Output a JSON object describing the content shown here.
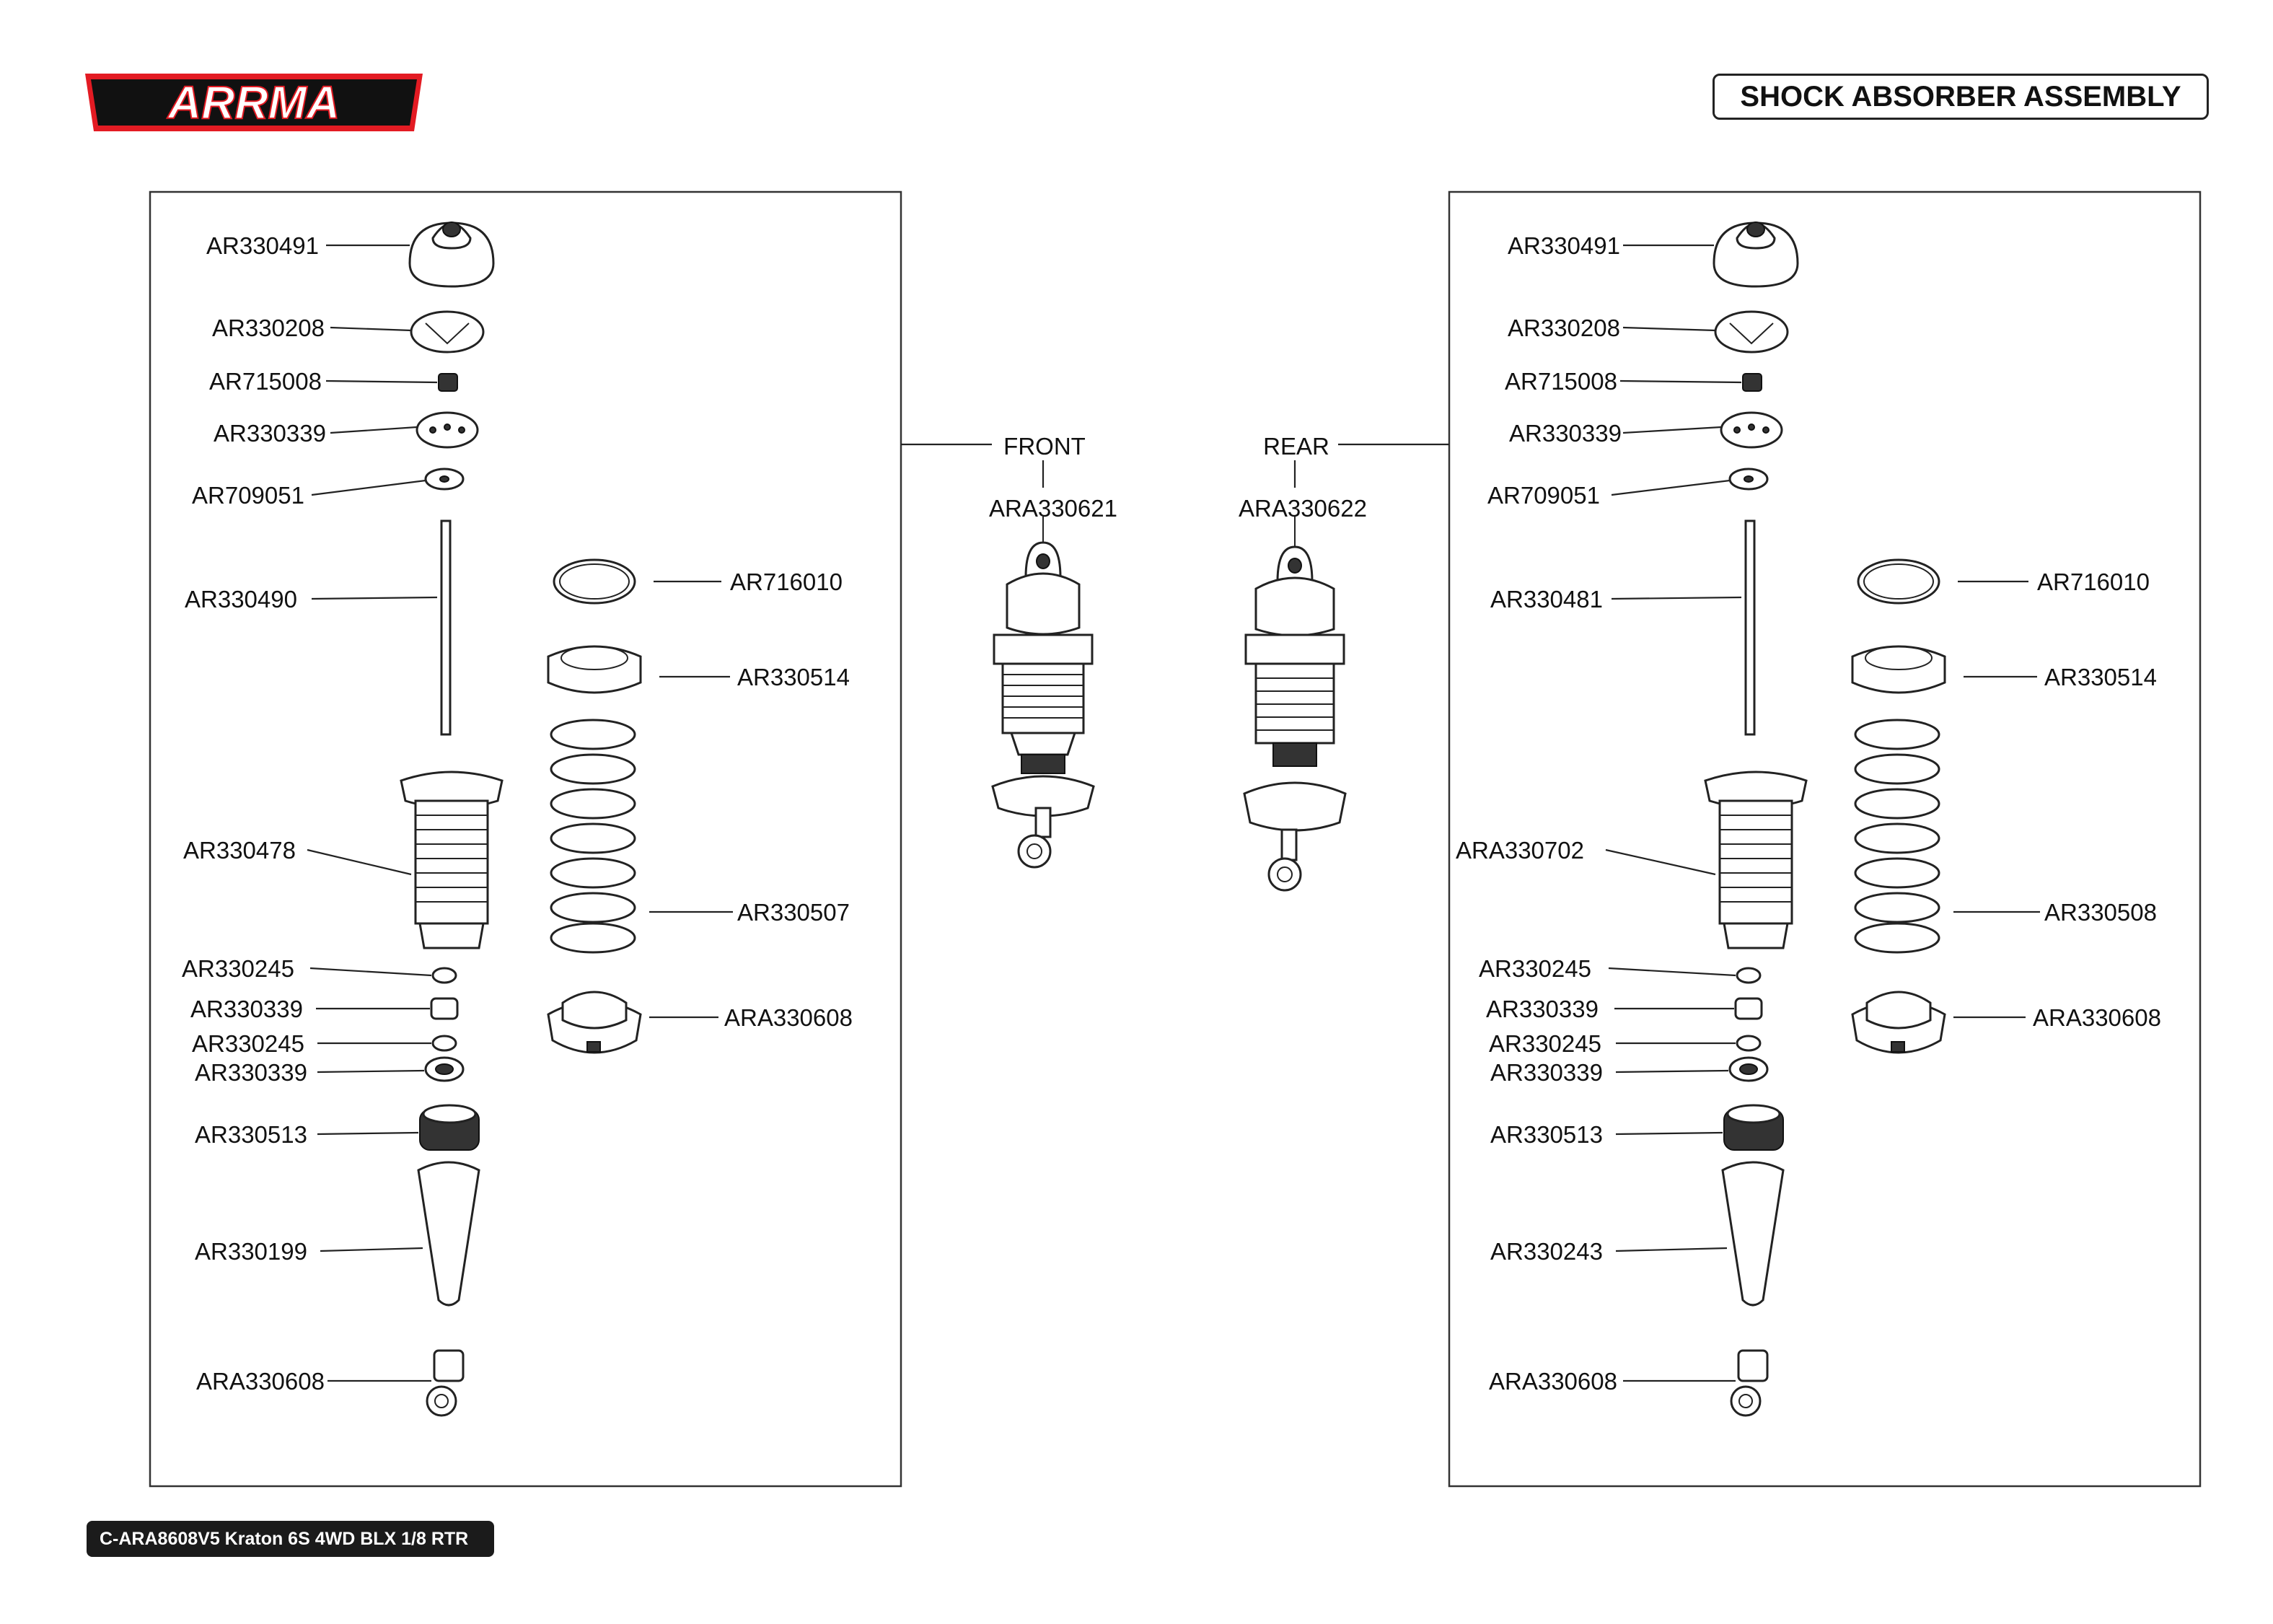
{
  "header": {
    "brand": "ARRMA",
    "title": "SHOCK ABSORBER ASSEMBLY"
  },
  "footer": {
    "code": "C-ARA8608V5 Kraton 6S 4WD BLX 1/8 RTR"
  },
  "assemblies": {
    "front": {
      "label": "FRONT",
      "part": "ARA330621"
    },
    "rear": {
      "label": "REAR",
      "part": "ARA330622"
    }
  },
  "left_panel": {
    "cap": "AR330491",
    "bladder": "AR330208",
    "nut": "AR715008",
    "piston": "AR330339",
    "washer": "AR709051",
    "shaft": "AR330490",
    "oring": "AR716010",
    "collar": "AR330514",
    "body": "AR330478",
    "spring": "AR330507",
    "spacer1": "AR330245",
    "bushing": "AR330339",
    "spacer2": "AR330245",
    "seal": "AR330339",
    "bottom_cap": "AR330513",
    "boot": "AR330199",
    "spring_cup": "ARA330608",
    "rod_end": "ARA330608"
  },
  "right_panel": {
    "cap": "AR330491",
    "bladder": "AR330208",
    "nut": "AR715008",
    "piston": "AR330339",
    "washer": "AR709051",
    "shaft": "AR330481",
    "oring": "AR716010",
    "collar": "AR330514",
    "body": "ARA330702",
    "spring": "AR330508",
    "spacer1": "AR330245",
    "bushing": "AR330339",
    "spacer2": "AR330245",
    "seal": "AR330339",
    "bottom_cap": "AR330513",
    "boot": "AR330243",
    "spring_cup": "ARA330608",
    "rod_end": "ARA330608"
  }
}
